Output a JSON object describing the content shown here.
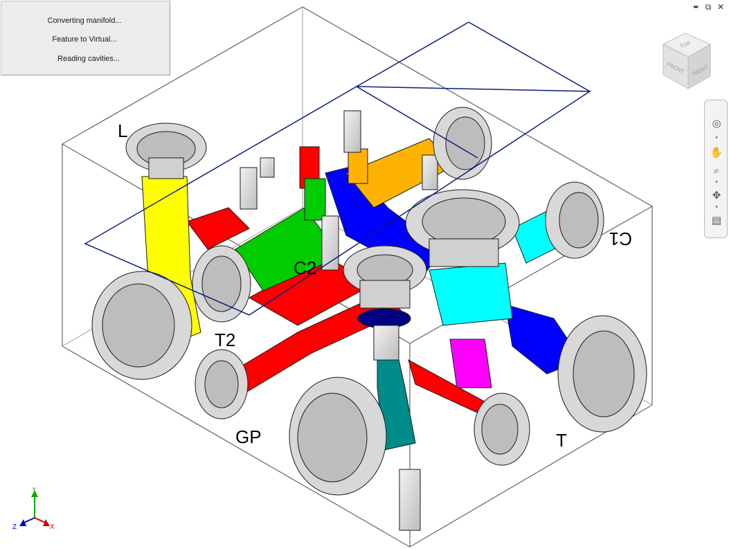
{
  "status": {
    "lines": [
      "Converting manifold...",
      "Feature to Virtual...",
      "Reading cavities..."
    ]
  },
  "window_controls": {
    "minimize": "▬",
    "restore": "⧉",
    "close": "✕"
  },
  "viewcube": {
    "top": "TOP",
    "front": "FRONT",
    "right": "RIGHT"
  },
  "navbar": {
    "items": [
      "steering-wheel-icon",
      "pan-icon",
      "zoom-icon",
      "orbit-icon",
      "walk-icon"
    ],
    "glyphs": [
      "◎",
      "✋",
      "⌕",
      "✥",
      "▤"
    ],
    "caret": "▾"
  },
  "triad": {
    "x": "X",
    "y": "Y",
    "z": "Z"
  },
  "ports": {
    "L": "L",
    "C1": "C1",
    "C2": "C2",
    "T2": "T2",
    "GP": "GP",
    "T": "T"
  },
  "colors": {
    "yellow": "#ffff00",
    "red": "#ff0000",
    "green": "#00cc00",
    "blue": "#0000ff",
    "orange": "#ffb300",
    "cyan": "#00ffff",
    "magenta": "#ff00ff",
    "teal": "#008b8b",
    "navy": "#000080",
    "port_gray": "#d8d8d8",
    "outline": "#1a1a1a",
    "selection": "#0b1d7a"
  }
}
